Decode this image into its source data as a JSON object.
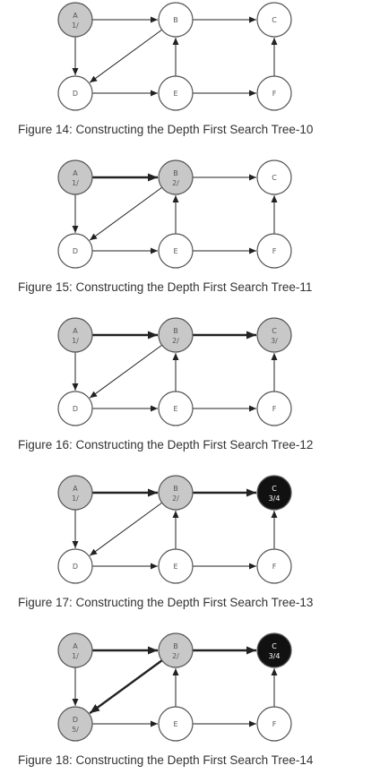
{
  "colors": {
    "white_fill": "#ffffff",
    "gray_fill": "#c8c8c8",
    "black_fill": "#111111",
    "stroke": "#555555",
    "edge": "#222222",
    "text_light": "#ffffff",
    "text_dark": "#555555"
  },
  "edges": [
    {
      "id": "A-B",
      "from": "A",
      "to": "B"
    },
    {
      "id": "A-D",
      "from": "A",
      "to": "D"
    },
    {
      "id": "B-C",
      "from": "B",
      "to": "C"
    },
    {
      "id": "B-D",
      "from": "B",
      "to": "D"
    },
    {
      "id": "D-E",
      "from": "D",
      "to": "E"
    },
    {
      "id": "E-B",
      "from": "E",
      "to": "B"
    },
    {
      "id": "E-F",
      "from": "E",
      "to": "F"
    },
    {
      "id": "F-C",
      "from": "F",
      "to": "C"
    }
  ],
  "figures": [
    {
      "caption": "Figure 14: Constructing the Depth First Search Tree-10",
      "nodes": {
        "A": {
          "label": "A",
          "time": "1/",
          "state": "gray"
        },
        "B": {
          "label": "B",
          "time": "",
          "state": "white"
        },
        "C": {
          "label": "C",
          "time": "",
          "state": "white"
        },
        "D": {
          "label": "D",
          "time": "",
          "state": "white"
        },
        "E": {
          "label": "E",
          "time": "",
          "state": "white"
        },
        "F": {
          "label": "F",
          "time": "",
          "state": "white"
        }
      },
      "tree_edges": []
    },
    {
      "caption": "Figure 15: Constructing the Depth First Search Tree-11",
      "nodes": {
        "A": {
          "label": "A",
          "time": "1/",
          "state": "gray"
        },
        "B": {
          "label": "B",
          "time": "2/",
          "state": "gray"
        },
        "C": {
          "label": "C",
          "time": "",
          "state": "white"
        },
        "D": {
          "label": "D",
          "time": "",
          "state": "white"
        },
        "E": {
          "label": "E",
          "time": "",
          "state": "white"
        },
        "F": {
          "label": "F",
          "time": "",
          "state": "white"
        }
      },
      "tree_edges": [
        "A-B"
      ]
    },
    {
      "caption": "Figure 16: Constructing the Depth First Search Tree-12",
      "nodes": {
        "A": {
          "label": "A",
          "time": "1/",
          "state": "gray"
        },
        "B": {
          "label": "B",
          "time": "2/",
          "state": "gray"
        },
        "C": {
          "label": "C",
          "time": "3/",
          "state": "gray"
        },
        "D": {
          "label": "D",
          "time": "",
          "state": "white"
        },
        "E": {
          "label": "E",
          "time": "",
          "state": "white"
        },
        "F": {
          "label": "F",
          "time": "",
          "state": "white"
        }
      },
      "tree_edges": [
        "A-B",
        "B-C"
      ]
    },
    {
      "caption": "Figure 17: Constructing the Depth First Search Tree-13",
      "nodes": {
        "A": {
          "label": "A",
          "time": "1/",
          "state": "gray"
        },
        "B": {
          "label": "B",
          "time": "2/",
          "state": "gray"
        },
        "C": {
          "label": "C",
          "time": "3/4",
          "state": "black"
        },
        "D": {
          "label": "D",
          "time": "",
          "state": "white"
        },
        "E": {
          "label": "E",
          "time": "",
          "state": "white"
        },
        "F": {
          "label": "F",
          "time": "",
          "state": "white"
        }
      },
      "tree_edges": [
        "A-B",
        "B-C"
      ]
    },
    {
      "caption": "Figure 18: Constructing the Depth First Search Tree-14",
      "nodes": {
        "A": {
          "label": "A",
          "time": "1/",
          "state": "gray"
        },
        "B": {
          "label": "B",
          "time": "2/",
          "state": "gray"
        },
        "C": {
          "label": "C",
          "time": "3/4",
          "state": "black"
        },
        "D": {
          "label": "D",
          "time": "5/",
          "state": "gray"
        },
        "E": {
          "label": "E",
          "time": "",
          "state": "white"
        },
        "F": {
          "label": "F",
          "time": "",
          "state": "white"
        }
      },
      "tree_edges": [
        "A-B",
        "B-C",
        "B-D"
      ]
    }
  ]
}
